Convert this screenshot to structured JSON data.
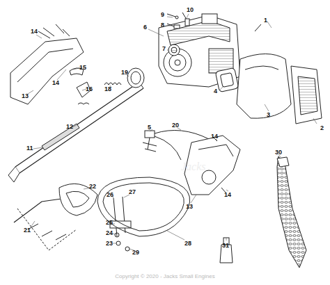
{
  "diagram": {
    "labels": [
      "1",
      "10",
      "9",
      "8",
      "6",
      "7",
      "2",
      "3",
      "4",
      "14",
      "13",
      "14",
      "15",
      "16",
      "19",
      "18",
      "11",
      "12",
      "5",
      "20",
      "14",
      "13",
      "14",
      "30",
      "22",
      "21",
      "26",
      "27",
      "25",
      "24",
      "23",
      "29",
      "28",
      "31",
      "Copyright © 2020 - Jacks Small Engines"
    ]
  }
}
